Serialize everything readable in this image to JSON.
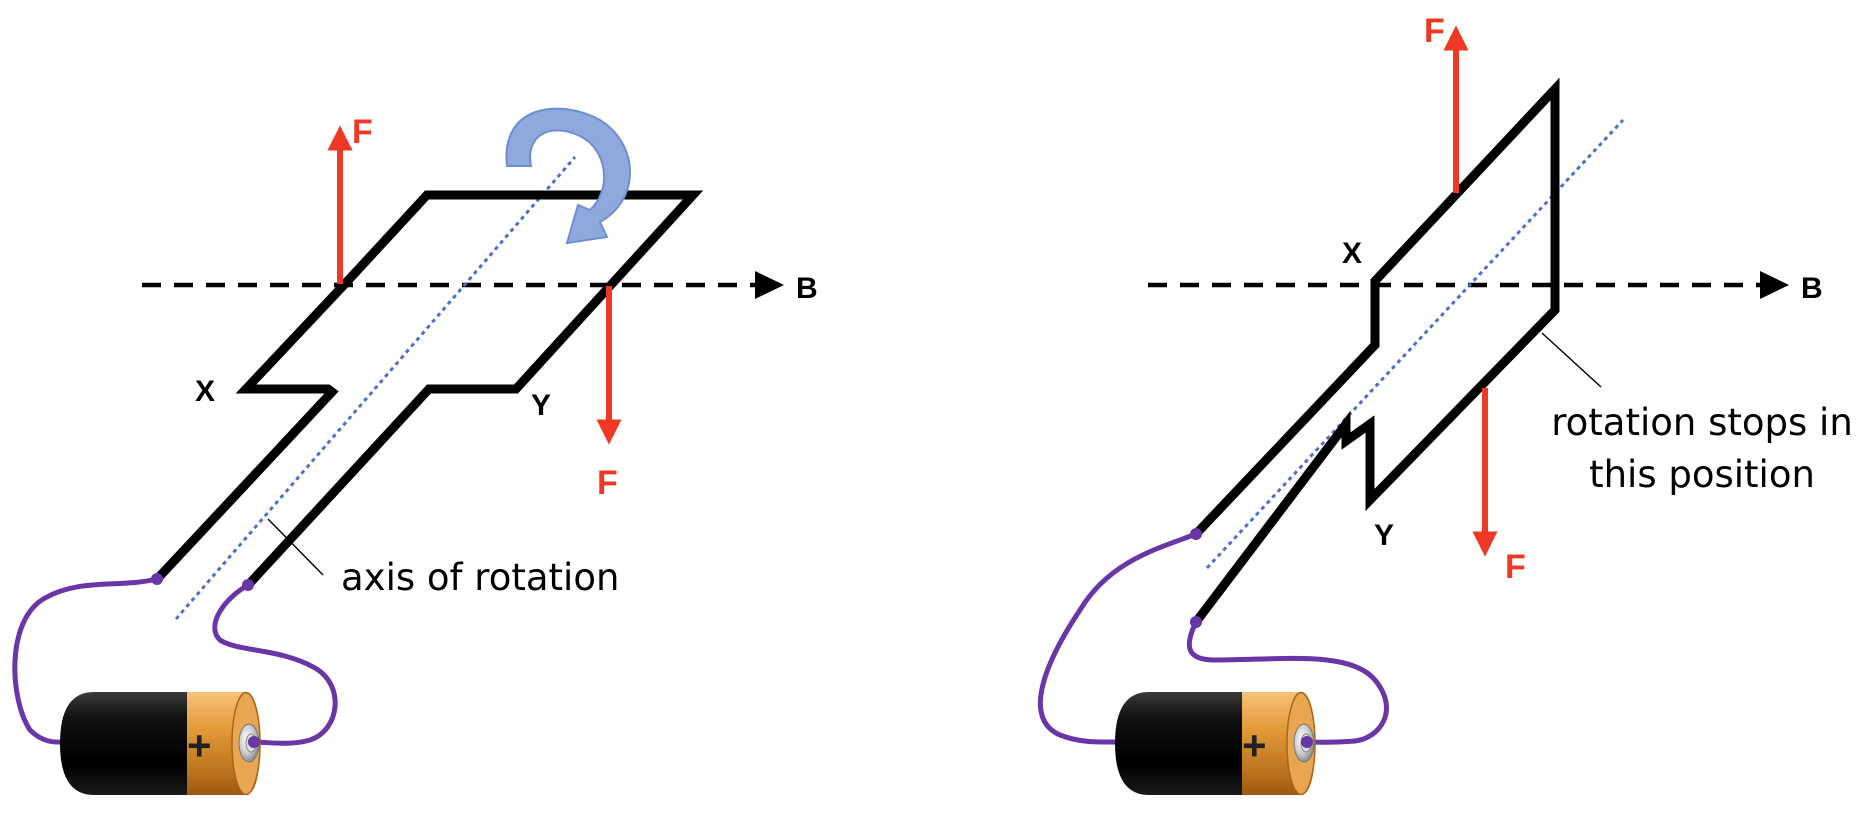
{
  "left_panel": {
    "label_x": "X",
    "label_y": "Y",
    "label_b": "B",
    "force_top": "F",
    "force_bottom": "F",
    "annotation": "axis of rotation"
  },
  "right_panel": {
    "label_x": "X",
    "label_y": "Y",
    "label_b": "B",
    "force_top": "F",
    "force_bottom": "F",
    "annotation_line1": "rotation stops in",
    "annotation_line2": "this position"
  },
  "battery": {
    "terminal_symbol": "+"
  },
  "colors": {
    "force": "#ee3a24",
    "wire": "#6a35a6",
    "axis": "#4a72c4",
    "rotation_arrow": "#8fa9dc",
    "battery_body": "#111111",
    "battery_band": "#e39b3a"
  },
  "icons": {
    "rotation": "curved-rotation-arrow-icon",
    "battery": "battery-icon"
  }
}
